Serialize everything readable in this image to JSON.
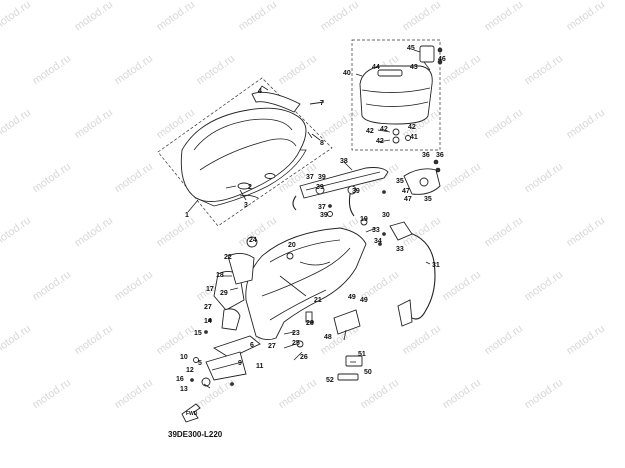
{
  "watermark": {
    "text": "motod.ru"
  },
  "diagram_code": "39DE300-L220",
  "fwd_label": "FWD",
  "labels": [
    {
      "key": "1",
      "text": "1"
    },
    {
      "key": "2",
      "text": "2"
    },
    {
      "key": "3",
      "text": "3"
    },
    {
      "key": "4",
      "text": "4"
    },
    {
      "key": "5",
      "text": "5"
    },
    {
      "key": "6",
      "text": "6"
    },
    {
      "key": "7",
      "text": "7"
    },
    {
      "key": "8",
      "text": "8"
    },
    {
      "key": "9",
      "text": "9"
    },
    {
      "key": "10",
      "text": "10"
    },
    {
      "key": "11",
      "text": "11"
    },
    {
      "key": "12",
      "text": "12"
    },
    {
      "key": "13",
      "text": "13"
    },
    {
      "key": "14",
      "text": "14"
    },
    {
      "key": "15",
      "text": "15"
    },
    {
      "key": "16",
      "text": "16"
    },
    {
      "key": "17",
      "text": "17"
    },
    {
      "key": "18",
      "text": "18"
    },
    {
      "key": "19",
      "text": "19"
    },
    {
      "key": "20",
      "text": "20"
    },
    {
      "key": "21",
      "text": "21"
    },
    {
      "key": "22",
      "text": "22"
    },
    {
      "key": "23",
      "text": "23"
    },
    {
      "key": "24",
      "text": "24"
    },
    {
      "key": "25",
      "text": "25"
    },
    {
      "key": "26",
      "text": "26"
    },
    {
      "key": "27a",
      "text": "27"
    },
    {
      "key": "27b",
      "text": "27"
    },
    {
      "key": "28",
      "text": "28"
    },
    {
      "key": "29",
      "text": "29"
    },
    {
      "key": "30",
      "text": "30"
    },
    {
      "key": "31",
      "text": "31"
    },
    {
      "key": "33a",
      "text": "33"
    },
    {
      "key": "33b",
      "text": "33"
    },
    {
      "key": "34",
      "text": "34"
    },
    {
      "key": "35a",
      "text": "35"
    },
    {
      "key": "35b",
      "text": "35"
    },
    {
      "key": "36a",
      "text": "36"
    },
    {
      "key": "36b",
      "text": "36"
    },
    {
      "key": "37a",
      "text": "37"
    },
    {
      "key": "37b",
      "text": "37"
    },
    {
      "key": "38",
      "text": "38"
    },
    {
      "key": "39a",
      "text": "39"
    },
    {
      "key": "39b",
      "text": "39"
    },
    {
      "key": "39c",
      "text": "39"
    },
    {
      "key": "39d",
      "text": "39"
    },
    {
      "key": "40",
      "text": "40"
    },
    {
      "key": "41",
      "text": "41"
    },
    {
      "key": "42a",
      "text": "42"
    },
    {
      "key": "42b",
      "text": "42"
    },
    {
      "key": "42c",
      "text": "42"
    },
    {
      "key": "42d",
      "text": "42"
    },
    {
      "key": "43",
      "text": "43"
    },
    {
      "key": "44",
      "text": "44"
    },
    {
      "key": "45",
      "text": "45"
    },
    {
      "key": "46",
      "text": "46"
    },
    {
      "key": "47a",
      "text": "47"
    },
    {
      "key": "47b",
      "text": "47"
    },
    {
      "key": "48",
      "text": "48"
    },
    {
      "key": "49a",
      "text": "49"
    },
    {
      "key": "49b",
      "text": "49"
    },
    {
      "key": "50",
      "text": "50"
    },
    {
      "key": "51",
      "text": "51"
    },
    {
      "key": "52",
      "text": "52"
    }
  ]
}
